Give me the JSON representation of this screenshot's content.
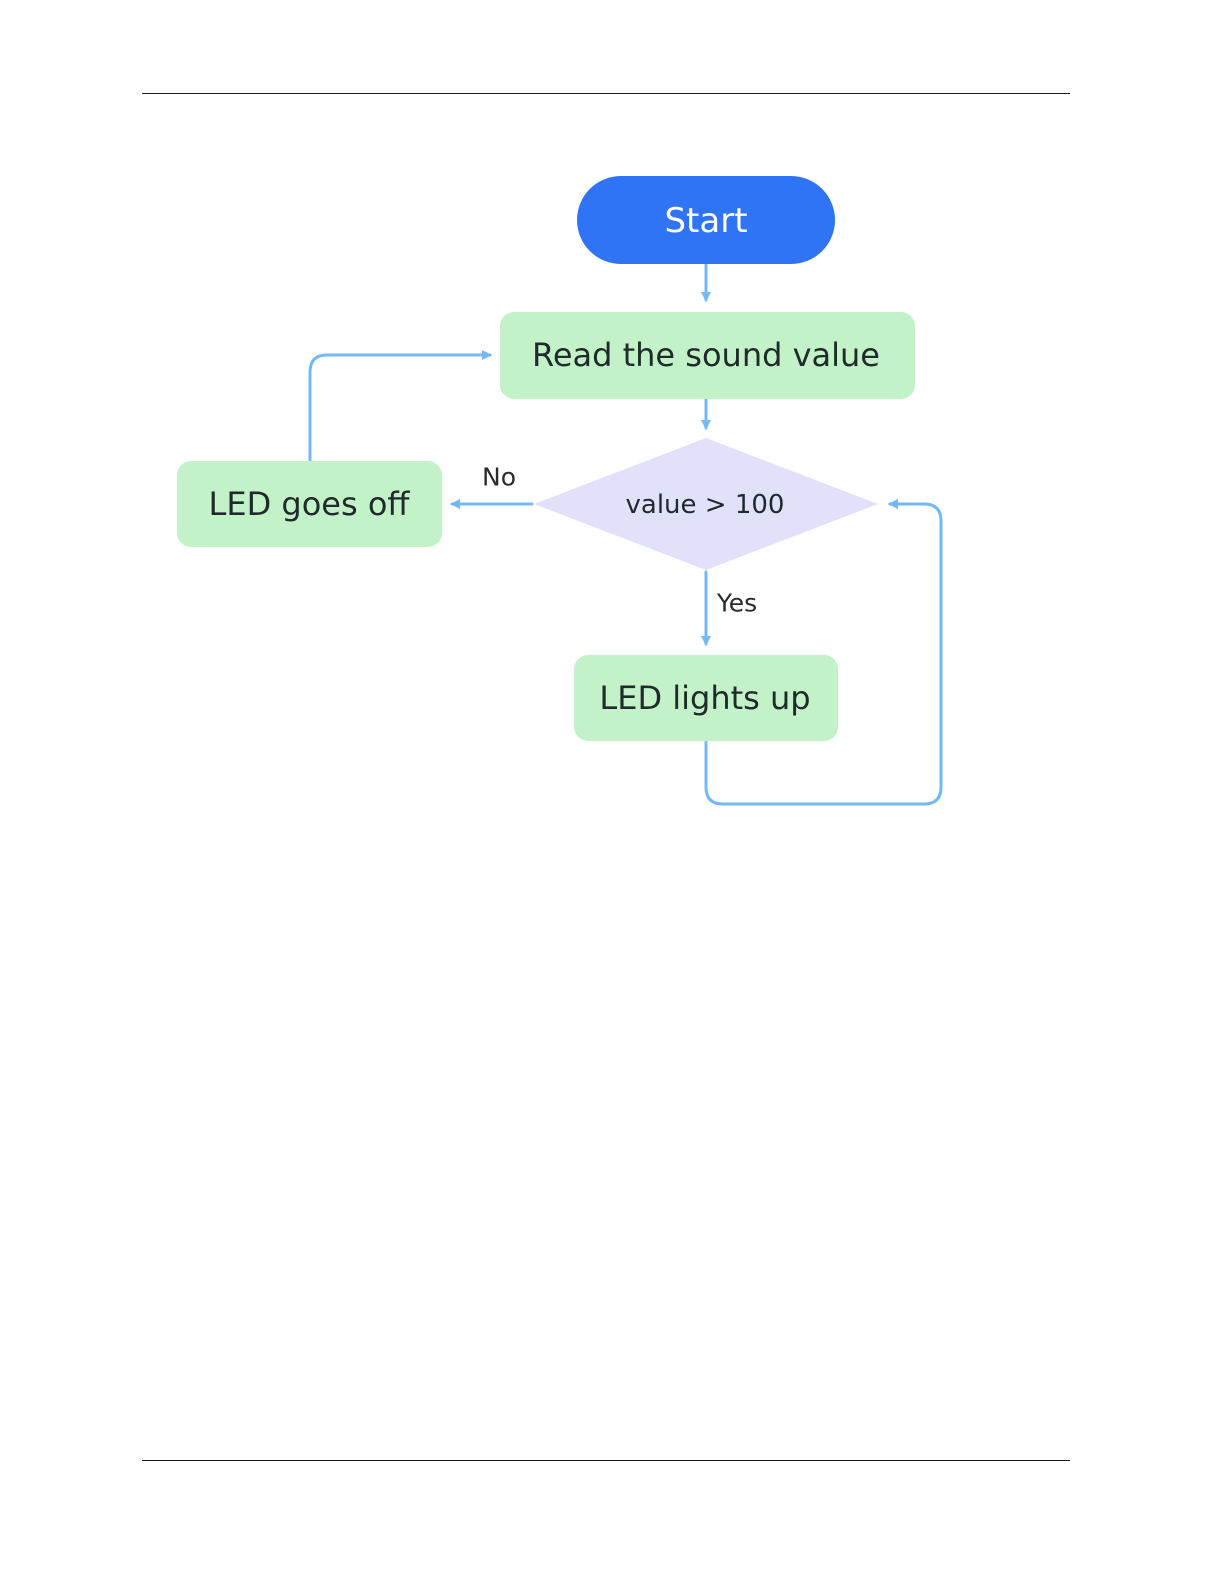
{
  "diagram": {
    "nodes": {
      "start": {
        "label": "Start",
        "shape": "terminator"
      },
      "read": {
        "label": "Read the sound value",
        "shape": "process"
      },
      "decision": {
        "label": "value > 100",
        "shape": "decision"
      },
      "off": {
        "label": "LED goes off",
        "shape": "process"
      },
      "on": {
        "label": "LED lights up",
        "shape": "process"
      }
    },
    "edges": [
      {
        "from": "start",
        "to": "read",
        "label": ""
      },
      {
        "from": "read",
        "to": "decision",
        "label": ""
      },
      {
        "from": "decision",
        "to": "off",
        "label": "No"
      },
      {
        "from": "decision",
        "to": "on",
        "label": "Yes"
      },
      {
        "from": "off",
        "to": "read",
        "label": ""
      },
      {
        "from": "on",
        "to": "decision",
        "label": ""
      }
    ],
    "edge_labels": {
      "no": "No",
      "yes": "Yes"
    }
  },
  "colors": {
    "start_fill": "#2f74f5",
    "process_fill": "#c3f2c8",
    "decision_fill": "#e2e1fb",
    "connector": "#74b9f3",
    "rule": "#1a1a1a"
  }
}
